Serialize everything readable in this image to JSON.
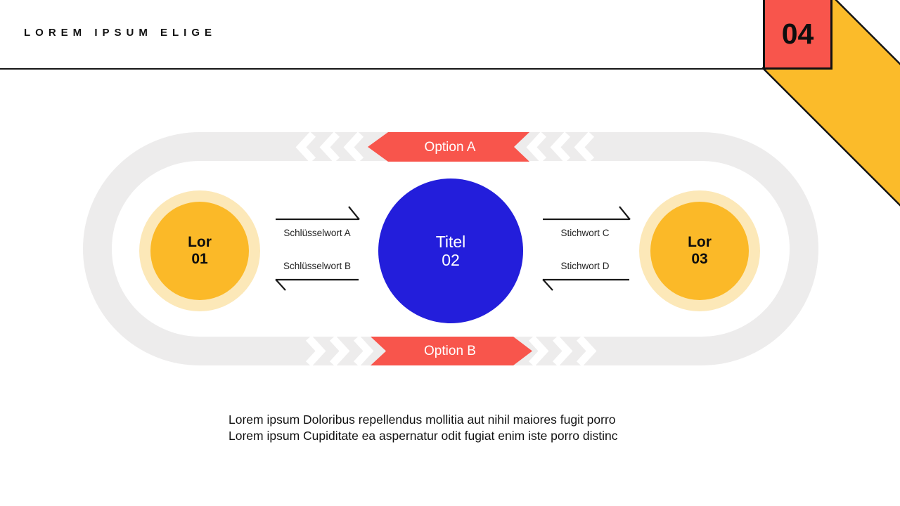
{
  "header": {
    "title": "LOREM IPSUM ELIGE",
    "page_number": "04"
  },
  "diagram": {
    "option_a": "Option A",
    "option_b": "Option B",
    "nodes": [
      {
        "line1": "Lor",
        "line2": "01"
      },
      {
        "line1": "Titel",
        "line2": "02"
      },
      {
        "line1": "Lor",
        "line2": "03"
      }
    ],
    "left_labels": {
      "top": "Schlüsselwort A",
      "bottom": "Schlüsselwort B"
    },
    "right_labels": {
      "top": "Stichwort C",
      "bottom": "Stichwort D"
    }
  },
  "paragraph": {
    "line1": "Lorem ipsum Doloribus repellendus mollitia aut nihil maiores fugit porro",
    "line2": "Lorem ipsum Cupiditate ea aspernatur odit fugiat enim iste porro distinc"
  },
  "colors": {
    "accent_red": "#F8554C",
    "accent_yellow": "#FBB928",
    "halo_yellow": "#FCE8B8",
    "accent_blue": "#231EDB",
    "track_gray": "#EDECEC",
    "line_black": "#161616"
  }
}
